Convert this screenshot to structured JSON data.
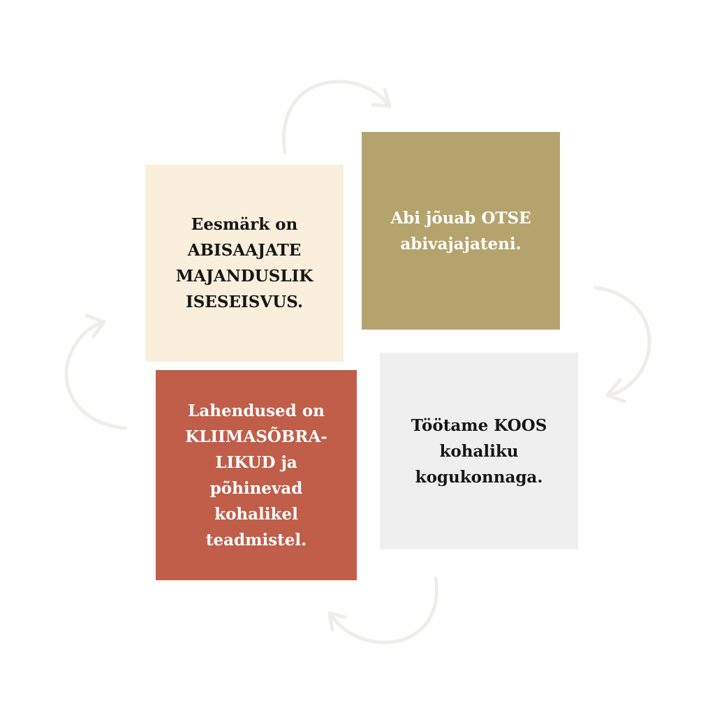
{
  "colors": {
    "background": "#ffffff",
    "arrow": "#eeede8"
  },
  "cards": {
    "goal": {
      "text": "Eesmärk on\nABISAAJATE\nMAJANDUSLIK\nISESEISVUS.",
      "background": "#faefdc",
      "text_color": "#161616"
    },
    "direct": {
      "text": "Abi jõuab OTSE\nabivajajateni.",
      "background": "#b5a36d",
      "text_color": "#ffffff"
    },
    "solutions": {
      "text": "Lahendused on\nKLIIMASÕBRA-\nLIKUD ja põhinevad\nkohalikel\nteadmistel.",
      "background": "#c05e4a",
      "text_color": "#ffffff"
    },
    "together": {
      "text": "Töötame KOOS\nkohaliku\nkogukonnaga.",
      "background": "#efefef",
      "text_color": "#161616"
    }
  },
  "arrows": [
    "arrow-top",
    "arrow-right",
    "arrow-bottom",
    "arrow-left"
  ]
}
